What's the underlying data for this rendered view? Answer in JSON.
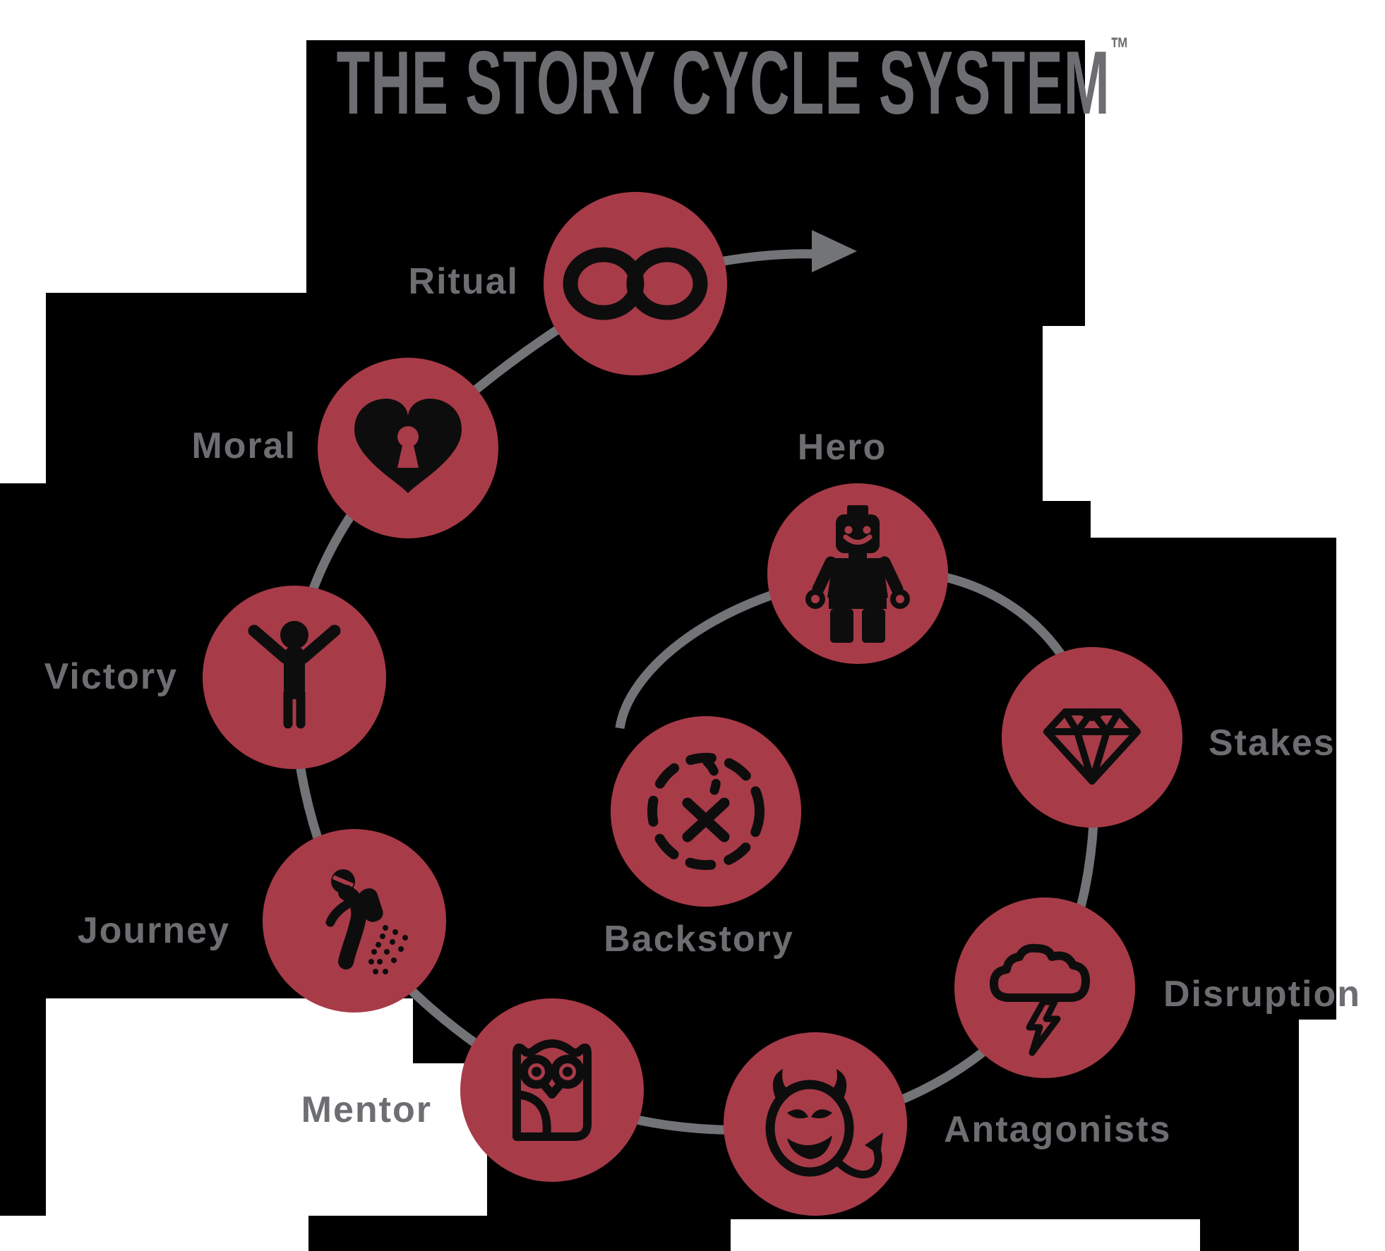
{
  "title": {
    "text": "THE STORY CYCLE SYSTEM",
    "trademark": "™"
  },
  "colors": {
    "background": "#000000",
    "node_fill": "#a83b48",
    "icon_ink": "#0e0d0d",
    "line_gray": "#737477",
    "label_gray": "#6d6e71",
    "patch_white": "#ffffff"
  },
  "diagram": {
    "type": "cycle-spiral",
    "flow_order": [
      "Backstory",
      "Hero",
      "Stakes",
      "Disruption",
      "Antagonists",
      "Mentor",
      "Journey",
      "Victory",
      "Moral",
      "Ritual"
    ]
  },
  "nodes": [
    {
      "id": "backstory",
      "label": "Backstory",
      "icon": "treasure-map-x-icon"
    },
    {
      "id": "hero",
      "label": "Hero",
      "icon": "lego-minifigure-icon"
    },
    {
      "id": "stakes",
      "label": "Stakes",
      "icon": "diamond-icon"
    },
    {
      "id": "disruption",
      "label": "Disruption",
      "icon": "storm-cloud-lightning-icon"
    },
    {
      "id": "antagonists",
      "label": "Antagonists",
      "icon": "devil-face-icon"
    },
    {
      "id": "mentor",
      "label": "Mentor",
      "icon": "owl-icon"
    },
    {
      "id": "journey",
      "label": "Journey",
      "icon": "sower-seeds-icon"
    },
    {
      "id": "victory",
      "label": "Victory",
      "icon": "person-arms-raised-icon"
    },
    {
      "id": "moral",
      "label": "Moral",
      "icon": "heart-keyhole-icon"
    },
    {
      "id": "ritual",
      "label": "Ritual",
      "icon": "infinity-icon"
    }
  ]
}
